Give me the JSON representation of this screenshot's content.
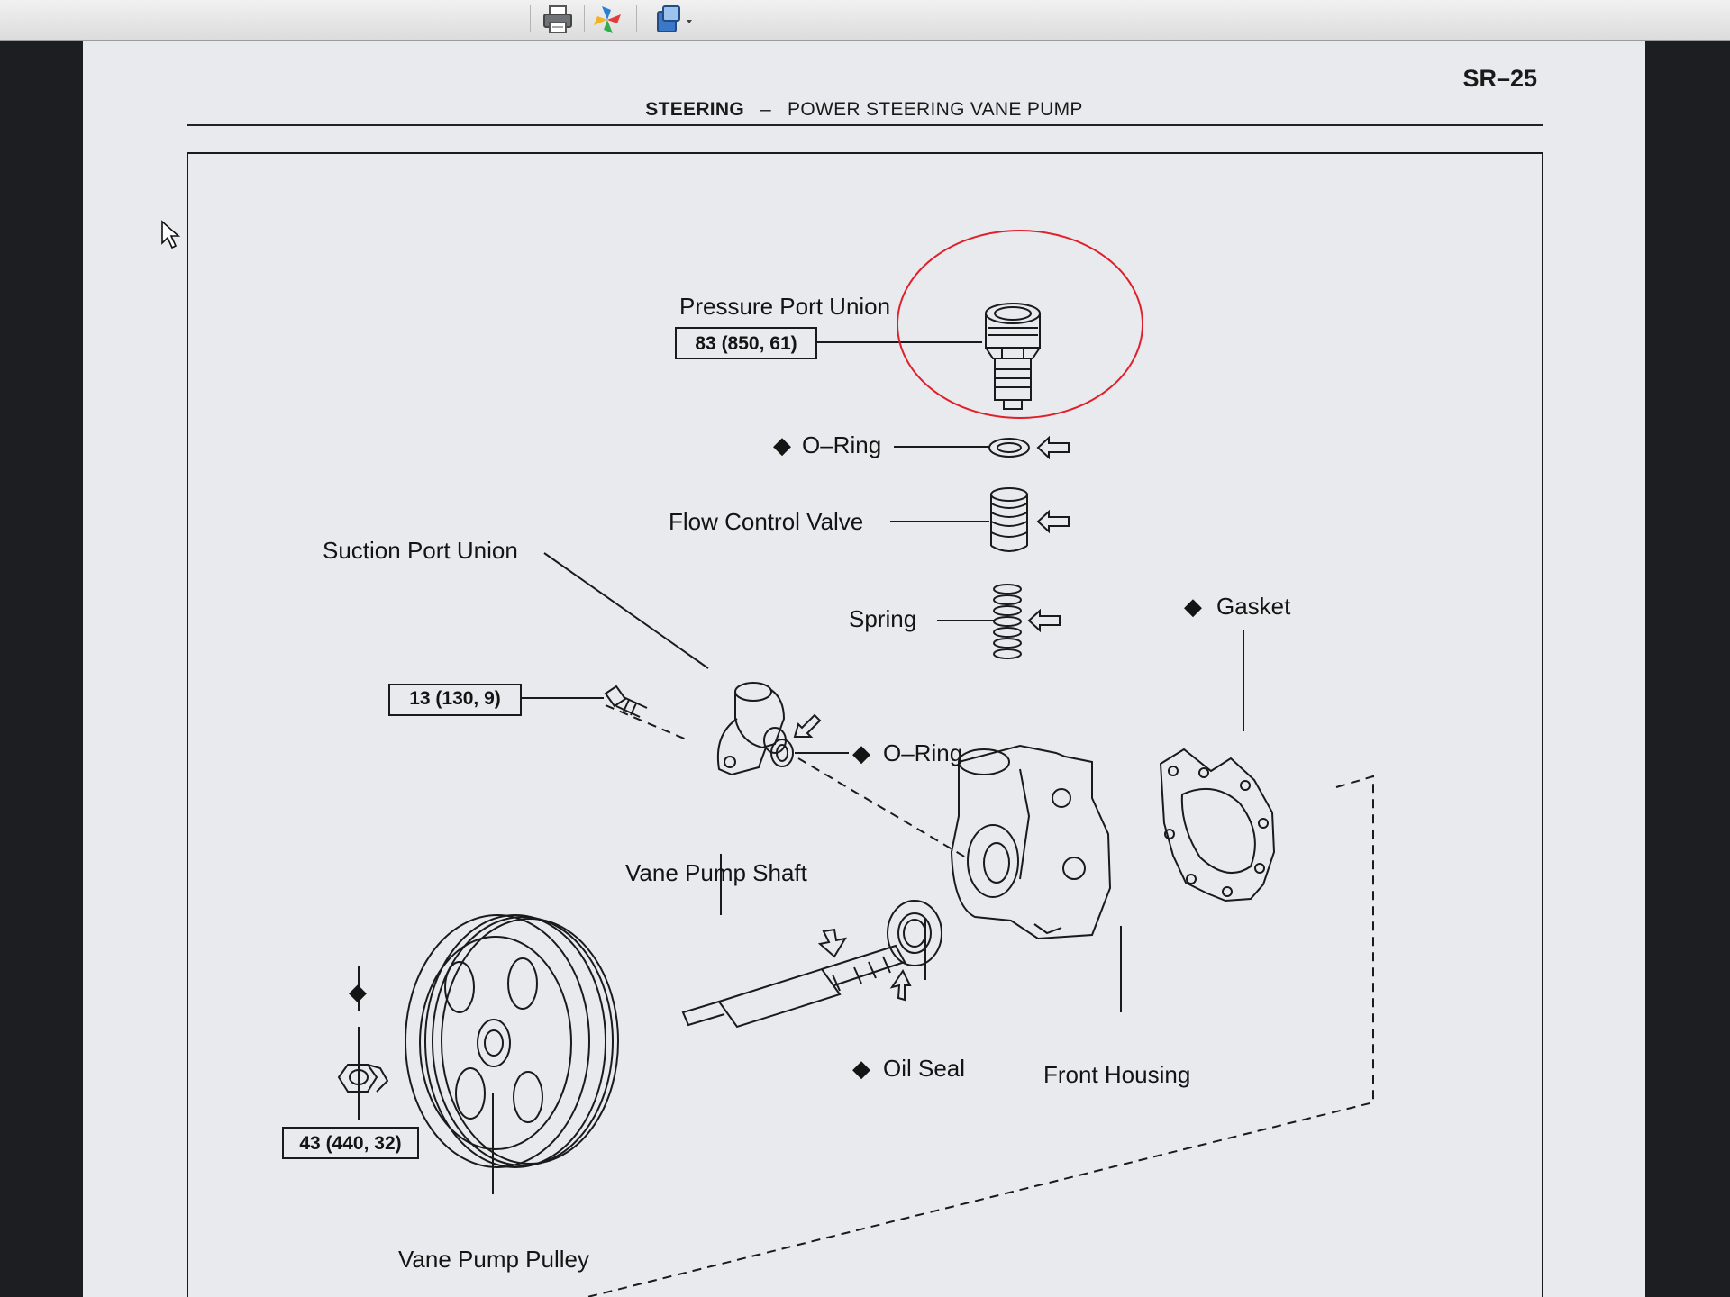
{
  "toolbar": {
    "icons": [
      "printer-icon",
      "pinwheel-icon",
      "share-icon"
    ]
  },
  "page": {
    "code": "SR–25",
    "section": "STEERING",
    "separator": "–",
    "subtitle": "POWER STEERING VANE PUMP"
  },
  "diagram": {
    "labels": {
      "pressure_port_union": "Pressure Port Union",
      "o_ring_top": "O–Ring",
      "flow_control_valve": "Flow Control Valve",
      "suction_port_union": "Suction Port Union",
      "spring": "Spring",
      "gasket": "Gasket",
      "o_ring_mid": "O–Ring",
      "vane_pump_shaft": "Vane Pump Shaft",
      "oil_seal": "Oil Seal",
      "front_housing": "Front Housing",
      "vane_pump_pulley": "Vane Pump Pulley"
    },
    "torque": {
      "pressure_port": "83 (850, 61)",
      "suction_bolt": "13 (130, 9)",
      "pulley_nut": "43 (440, 32)"
    },
    "marker": "◆",
    "highlight_color": "#e01f2a"
  }
}
